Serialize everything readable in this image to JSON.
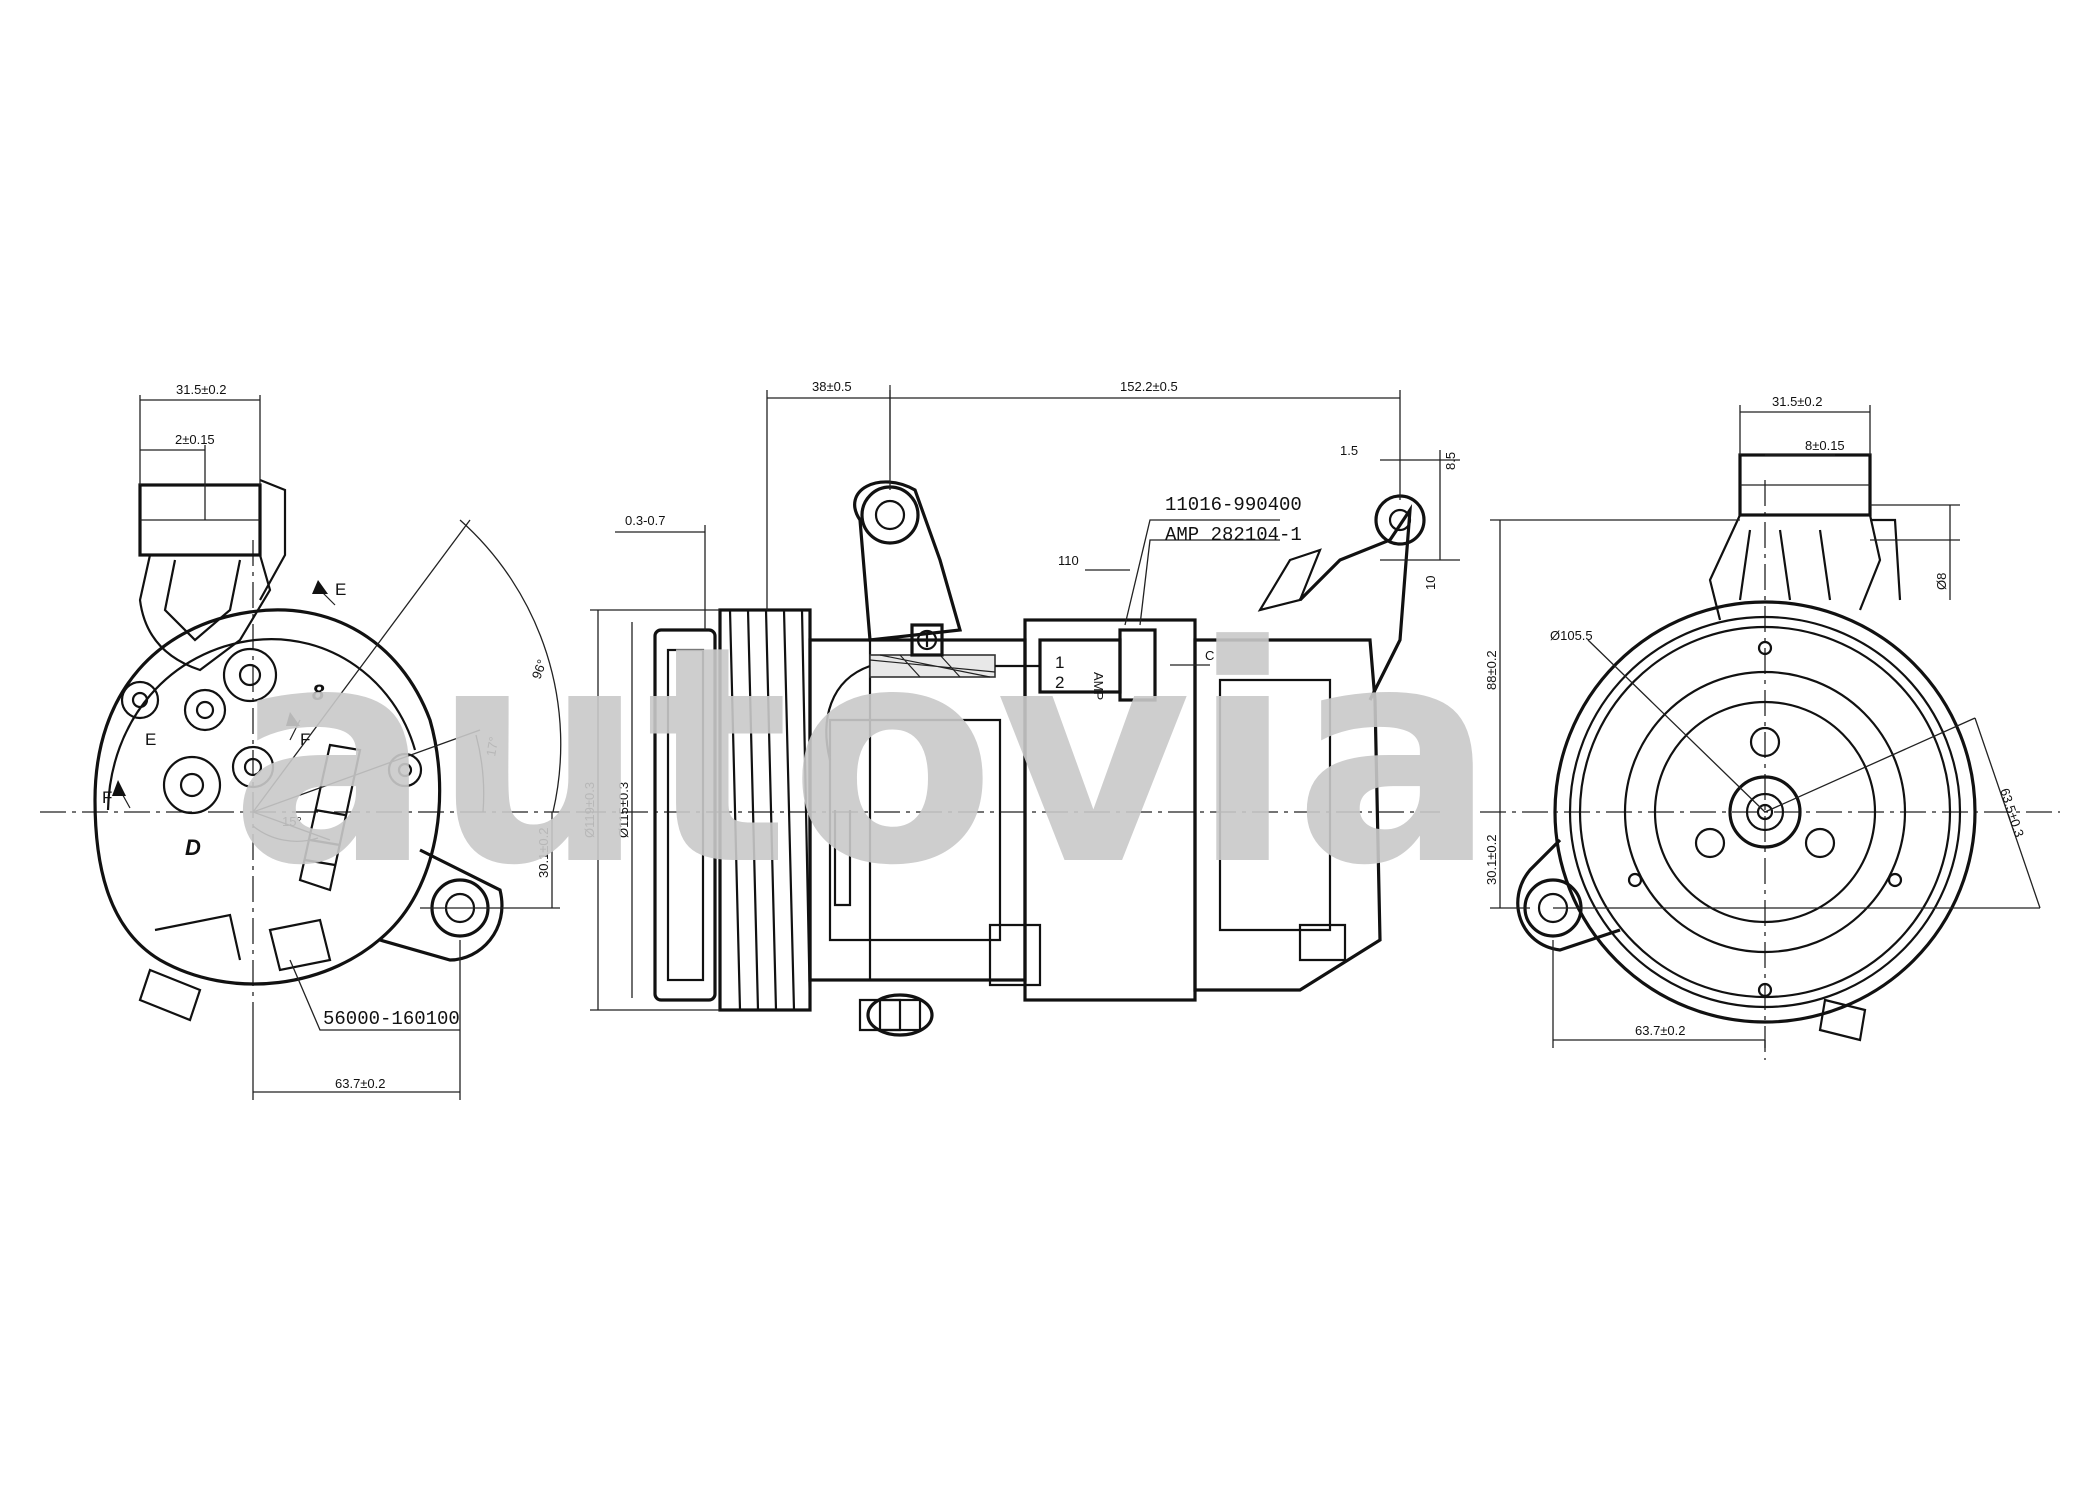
{
  "watermark": "autovia",
  "part_numbers": {
    "clutch_coil": "11016-990400",
    "connector": "AMP 282104-1",
    "compressor": "56000-160100"
  },
  "connector_pins": [
    "1",
    "2",
    "AMP"
  ],
  "view_labels": {
    "d": "D",
    "eight": "8",
    "e1": "E",
    "e2": "E",
    "f1": "F",
    "f2": "F",
    "c": "C"
  },
  "dimensions": {
    "left_top_width": "31.5±0.2",
    "left_inner_width": "2±0.15",
    "left_angle_96": "96°",
    "left_angle_17": "17°",
    "left_angle_15": "15°",
    "left_height": "30.1±0.2",
    "left_bottom_width": "63.7±0.2",
    "mid_offset": "38±0.5",
    "mid_length": "152.2±0.5",
    "mid_gap": "0.3-0.7",
    "mid_dia_119": "Ø119±0.3",
    "mid_dia_115": "Ø115±0.3",
    "mid_110": "110",
    "mid_15": "1.5",
    "mid_85": "8.5",
    "mid_10": "10",
    "right_top_width": "31.5±0.2",
    "right_inner_width": "8±0.15",
    "right_8": "Ø8",
    "right_dia": "Ø105.5",
    "right_height_88": "88±0.2",
    "right_height_301": "30.1±0.2",
    "right_diag": "63.5±0.3",
    "right_bottom_width": "63.7±0.2"
  }
}
